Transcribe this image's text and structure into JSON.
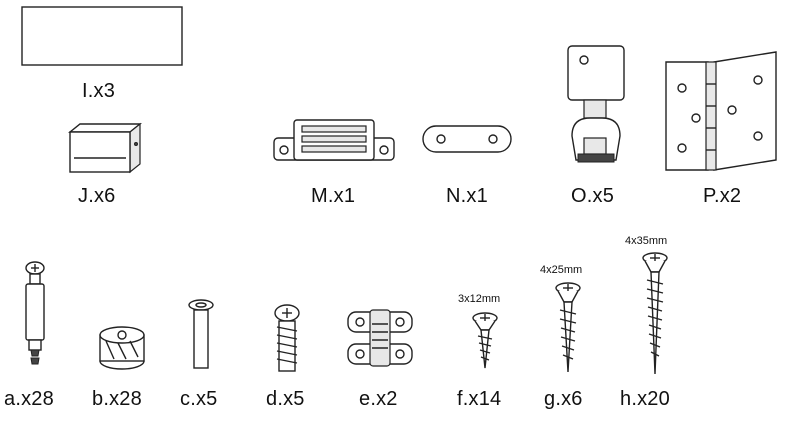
{
  "parts": {
    "I": "I.x3",
    "J": "J.x6",
    "M": "M.x1",
    "N": "N.x1",
    "O": "O.x5",
    "P": "P.x2"
  },
  "hardware": {
    "a": "a.x28",
    "b": "b.x28",
    "c": "c.x5",
    "d": "d.x5",
    "e": "e.x2",
    "f": "f.x14",
    "g": "g.x6",
    "h": "h.x20"
  },
  "screw_sizes": {
    "f": "3x12mm",
    "g": "4x25mm",
    "h": "4x35mm"
  }
}
